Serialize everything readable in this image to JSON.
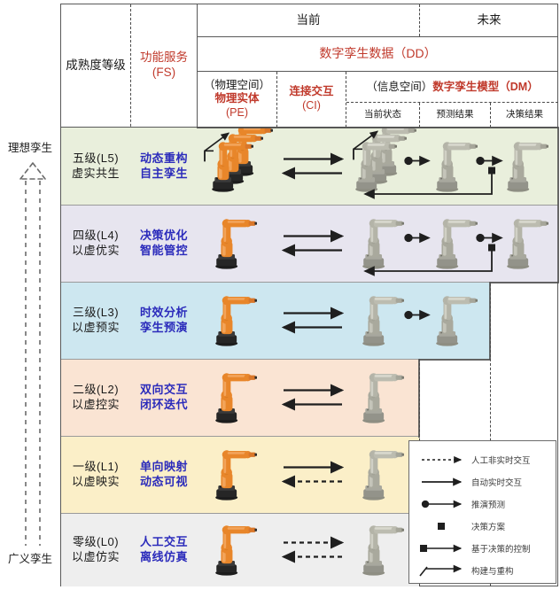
{
  "diagram": {
    "title_axis": {
      "top_label": "理想孪生",
      "bottom_label": "广义孪生",
      "arrow": "dashed-up-arrow"
    },
    "header": {
      "col_maturity": "成熟度等级",
      "col_function": "功能服务\n(FS)",
      "col_function_line1": "功能服务",
      "col_function_line2": "(FS)",
      "time_current": "当前",
      "time_future": "未来",
      "dd_title": "数字孪生数据（DD）",
      "pe_space": "（物理空间）",
      "pe_name": "物理实体",
      "pe_abbr": "(PE)",
      "ci_name": "连接交互",
      "ci_abbr": "(CI)",
      "dm_space": "（信息空间）",
      "dm_name": "数字孪生模型（DM）",
      "sub_current_state": "当前状态",
      "sub_predicted": "预测结果",
      "sub_decision": "决策结果"
    },
    "levels": [
      {
        "id": "L5",
        "name_line1": "五级(L5)",
        "name_line2": "虚实共生",
        "func_line1": "动态重构",
        "func_line2": "自主孪生",
        "color": "#e9efdc",
        "extent": "decision",
        "pe_robots": 3,
        "pe_build_arrow": true,
        "dm_build_arrow": true,
        "ci_arrows": "solid-both",
        "dm_robots": 3,
        "has_feedback": true
      },
      {
        "id": "L4",
        "name_line1": "四级(L4)",
        "name_line2": "以虚优实",
        "func_line1": "决策优化",
        "func_line2": "智能管控",
        "color": "#e7e5ef",
        "extent": "decision",
        "pe_robots": 1,
        "pe_build_arrow": false,
        "dm_build_arrow": false,
        "ci_arrows": "solid-both",
        "dm_robots": 3,
        "has_feedback": true
      },
      {
        "id": "L3",
        "name_line1": "三级(L3)",
        "name_line2": "以虚预实",
        "func_line1": "时效分析",
        "func_line2": "孪生预演",
        "color": "#cde7f0",
        "extent": "predicted",
        "pe_robots": 1,
        "pe_build_arrow": false,
        "dm_build_arrow": false,
        "ci_arrows": "solid-both",
        "dm_robots": 2,
        "has_feedback": false
      },
      {
        "id": "L2",
        "name_line1": "二级(L2)",
        "name_line2": "以虚控实",
        "func_line1": "双向交互",
        "func_line2": "闭环迭代",
        "color": "#fae4d3",
        "extent": "current-state",
        "pe_robots": 1,
        "pe_build_arrow": false,
        "dm_build_arrow": false,
        "ci_arrows": "solid-both",
        "dm_robots": 1,
        "has_feedback": false
      },
      {
        "id": "L1",
        "name_line1": "一级(L1)",
        "name_line2": "以虚映实",
        "func_line1": "单向映射",
        "func_line2": "动态可视",
        "color": "#fbefc8",
        "extent": "current-state",
        "pe_robots": 1,
        "pe_build_arrow": false,
        "dm_build_arrow": false,
        "ci_arrows": "solid-right-dashed-left",
        "dm_robots": 1,
        "has_feedback": false
      },
      {
        "id": "L0",
        "name_line1": "零级(L0)",
        "name_line2": "以虚仿实",
        "func_line1": "人工交互",
        "func_line2": "离线仿真",
        "color": "#eeeeee",
        "extent": "current-state",
        "pe_robots": 1,
        "pe_build_arrow": false,
        "dm_build_arrow": false,
        "ci_arrows": "dashed-both",
        "dm_robots": 1,
        "has_feedback": false
      }
    ],
    "legend": {
      "items": [
        {
          "glyph": "dashed-arrow",
          "label": "人工非实时交互"
        },
        {
          "glyph": "solid-arrow",
          "label": "自动实时交互"
        },
        {
          "glyph": "dot-arrow",
          "label": "推演预测"
        },
        {
          "glyph": "square",
          "label": "决策方案"
        },
        {
          "glyph": "square-line-arrow",
          "label": "基于决策的控制"
        },
        {
          "glyph": "tick-arrow",
          "label": "构建与重构"
        }
      ]
    },
    "colors": {
      "accent_red": "#c0392b",
      "accent_blue": "#2b2bbb",
      "line": "#595959",
      "robot_orange": "#e8862a",
      "robot_gray": "#9a9a8e"
    }
  }
}
